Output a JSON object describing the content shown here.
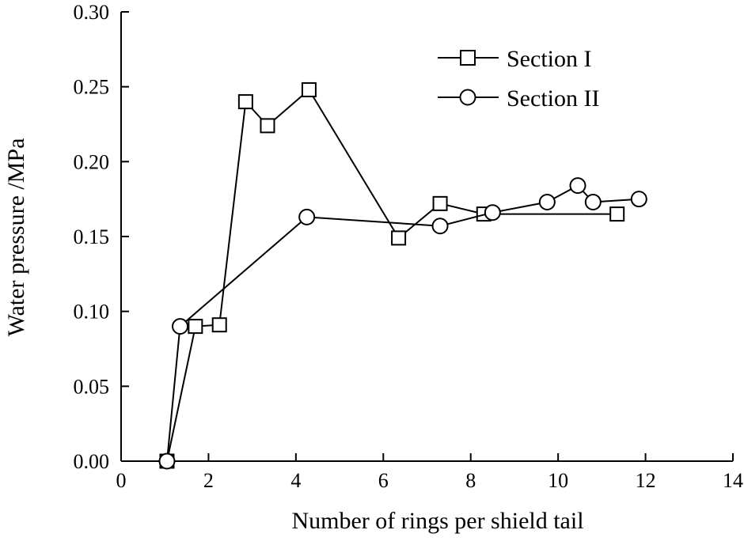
{
  "chart_data": {
    "type": "line",
    "title": "",
    "xlabel": "Number of rings per shield tail",
    "ylabel": "Water pressure /MPa",
    "xlim": [
      0,
      14
    ],
    "ylim": [
      0.0,
      0.3
    ],
    "x_ticks": [
      "0",
      "2",
      "4",
      "6",
      "8",
      "10",
      "12",
      "14"
    ],
    "y_ticks": [
      "0.00",
      "0.05",
      "0.10",
      "0.15",
      "0.20",
      "0.25",
      "0.30"
    ],
    "grid": false,
    "legend_position": "top-right",
    "series": [
      {
        "name": "Section I",
        "marker": "square",
        "x": [
          1.05,
          1.7,
          2.25,
          2.85,
          3.35,
          4.3,
          6.35,
          7.3,
          8.3,
          11.35
        ],
        "y": [
          0.0,
          0.09,
          0.091,
          0.24,
          0.224,
          0.248,
          0.149,
          0.172,
          0.165,
          0.165
        ]
      },
      {
        "name": "Section II",
        "marker": "circle",
        "x": [
          1.05,
          1.35,
          4.25,
          7.3,
          8.5,
          9.75,
          10.45,
          10.8,
          11.85
        ],
        "y": [
          0.0,
          0.09,
          0.163,
          0.157,
          0.166,
          0.173,
          0.184,
          0.173,
          0.175
        ]
      }
    ]
  }
}
